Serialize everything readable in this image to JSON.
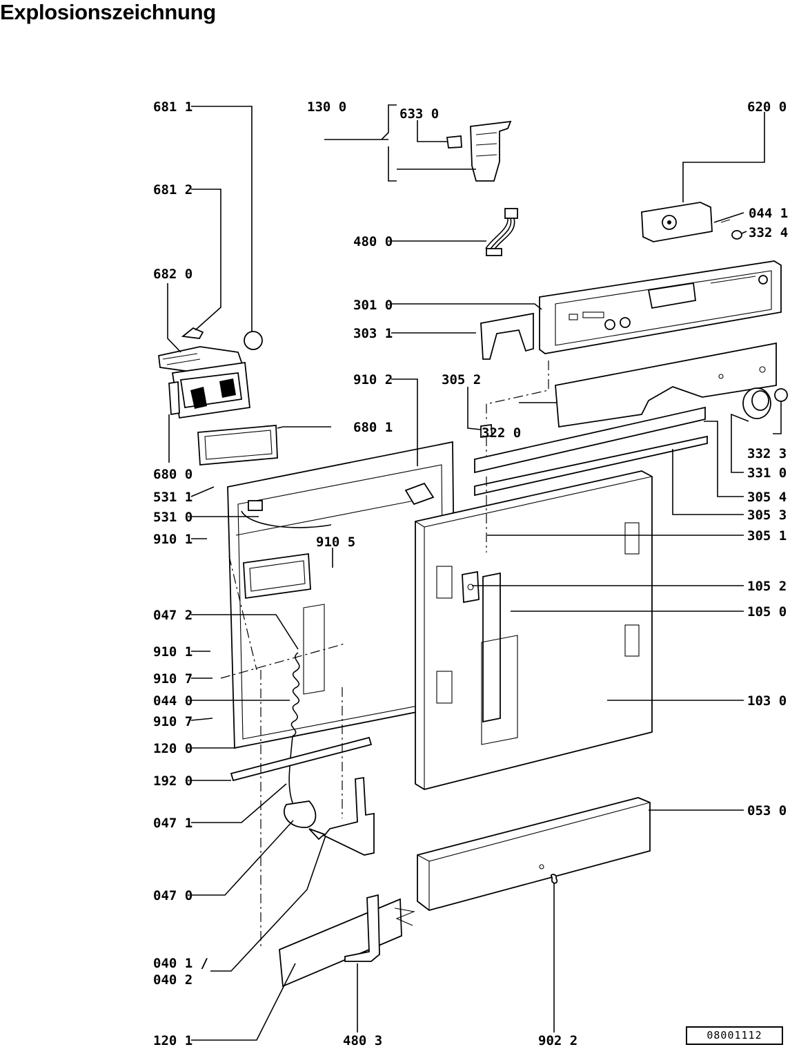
{
  "title": "Explosionszeichnung",
  "document_number": "08001112",
  "labels": {
    "l6811": "681 1",
    "l1300": "130 0",
    "l6330": "633 0",
    "l6200": "620 0",
    "l6812": "681 2",
    "l4800": "480 0",
    "l0441": "044 1",
    "l3324": "332 4",
    "l6820": "682 0",
    "l3010": "301 0",
    "l3031": "303 1",
    "l9102": "910 2",
    "l3052": "305 2",
    "l3220": "322 0",
    "l6801": "680 1",
    "l3323": "332 3",
    "l6800": "680 0",
    "l3310": "331 0",
    "l5311": "531 1",
    "l3054": "305 4",
    "l5310": "531 0",
    "l3053": "305 3",
    "l9101a": "910 1",
    "l9105": "910 5",
    "l3051": "305 1",
    "l1052": "105 2",
    "l0472": "047 2",
    "l1050": "105 0",
    "l9101b": "910 1",
    "l9107a": "910 7",
    "l0440": "044 0",
    "l1030": "103 0",
    "l9107b": "910 7",
    "l1200": "120 0",
    "l1920": "192 0",
    "l0471": "047 1",
    "l0530": "053 0",
    "l0470": "047 0",
    "l0401": "040 1 /",
    "l0402": "040 2",
    "l1201": "120 1",
    "l4803": "480 3",
    "l9022": "902 2"
  }
}
